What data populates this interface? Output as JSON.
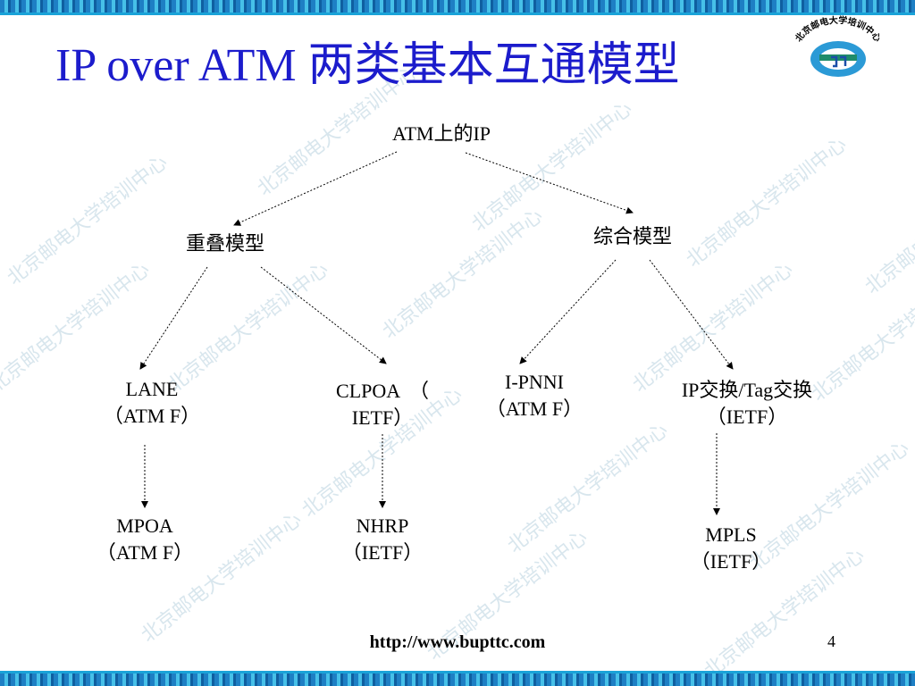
{
  "slide": {
    "title": "IP over ATM 两类基本互通模型",
    "footer_url": "http://www.bupttc.com",
    "page_number": "4"
  },
  "logo": {
    "arc_text": "北京邮电大学培训中心",
    "colors": {
      "ring": "#2b9ad6",
      "inner": "#ffffff",
      "band": "#1f8c6a",
      "mark": "#1c4fa8"
    }
  },
  "watermark_text": "北京邮电大学培训中心",
  "diagram": {
    "nodes": {
      "root": {
        "lines": [
          "ATM上的IP"
        ]
      },
      "overlay": {
        "lines": [
          "重叠模型"
        ]
      },
      "integrated": {
        "lines": [
          "综合模型"
        ]
      },
      "lane": {
        "lines": [
          "LANE",
          "（ATM F）"
        ]
      },
      "clpoa": {
        "lines": [
          "CLPOA　（",
          "IETF）"
        ]
      },
      "ipnni": {
        "lines": [
          "I-PNNI",
          "（ATM F）"
        ]
      },
      "ipswitch": {
        "lines": [
          "IP交换/Tag交换",
          "（IETF）"
        ]
      },
      "mpoa": {
        "lines": [
          "MPOA",
          "（ATM F）"
        ]
      },
      "nhrp": {
        "lines": [
          "NHRP",
          "（IETF）"
        ]
      },
      "mpls": {
        "lines": [
          "MPLS",
          "（IETF）"
        ]
      }
    },
    "edges": [
      {
        "from": "root",
        "to": "overlay"
      },
      {
        "from": "root",
        "to": "integrated"
      },
      {
        "from": "overlay",
        "to": "lane"
      },
      {
        "from": "overlay",
        "to": "clpoa"
      },
      {
        "from": "integrated",
        "to": "ipnni"
      },
      {
        "from": "integrated",
        "to": "ipswitch"
      },
      {
        "from": "lane",
        "to": "mpoa"
      },
      {
        "from": "clpoa",
        "to": "nhrp"
      },
      {
        "from": "ipswitch",
        "to": "mpls"
      }
    ],
    "colors": {
      "line": "#000000",
      "title": "#1c1ccc"
    }
  }
}
